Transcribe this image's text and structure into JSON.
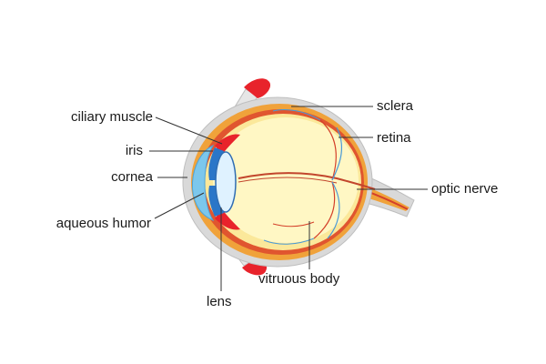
{
  "labels": {
    "ciliary_muscle": "ciliary muscle",
    "iris": "iris",
    "cornea": "cornea",
    "aqueous_humor": "aqueous humor",
    "lens": "lens",
    "sclera": "sclera",
    "retina": "retina",
    "optic_nerve": "optic nerve",
    "vitreous_body": "vitruous body"
  },
  "colors": {
    "sclera": "#d9d9d9",
    "choroid": "#f0a23a",
    "retina": "#e0552f",
    "vitreous": "#fff7c4",
    "vitreous_shadow": "#fbe89a",
    "cornea": "#7cc7ec",
    "iris": "#2a76c8",
    "lens": "#dff2ff",
    "muscle": "#e8232b",
    "vessel_red": "#d4402a",
    "vessel_blue": "#4a9ad6",
    "leader_line": "#333333"
  }
}
